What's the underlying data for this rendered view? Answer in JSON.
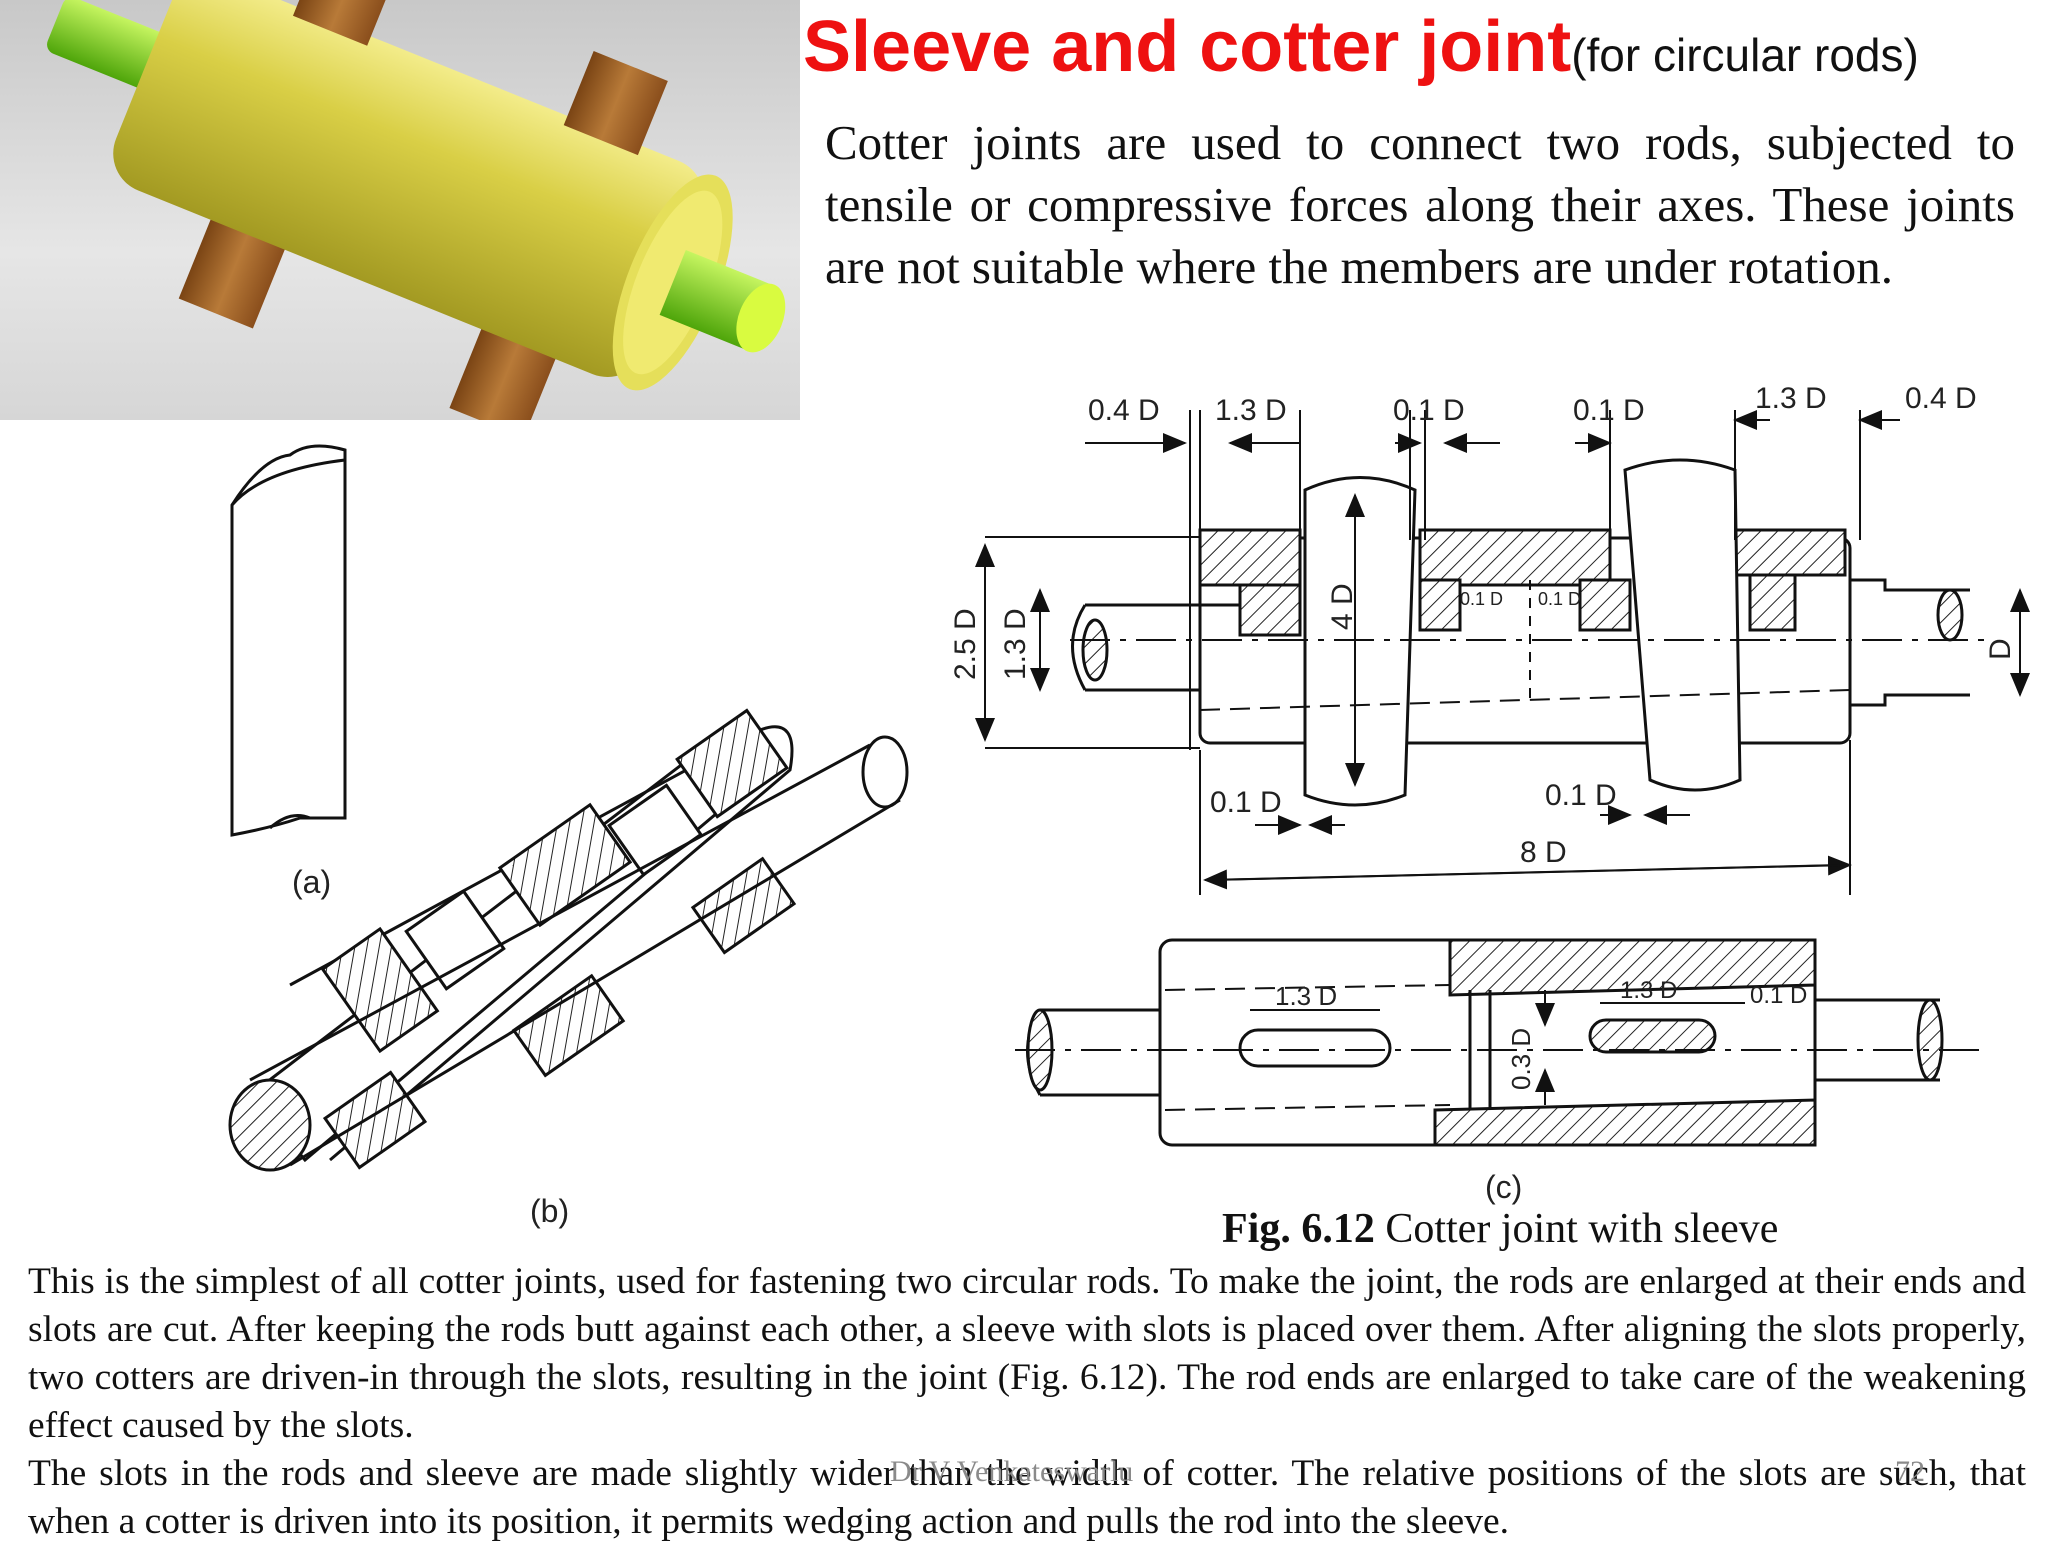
{
  "title": {
    "main": "Sleeve and cotter joint",
    "sub": "(for circular rods)"
  },
  "intro": "Cotter joints are used to connect two rods, subjected to tensile or compressive forces along their axes. These joints are not suitable where the members are under rotation.",
  "figure": {
    "labels": {
      "a": "(a)",
      "b": "(b)",
      "c": "(c)"
    },
    "dims": {
      "d04D": "0.4 D",
      "d13D": "1.3 D",
      "d01D": "0.1 D",
      "d25D": "2.5 D",
      "d4D": "4 D",
      "dD": "D",
      "d8D": "8 D",
      "d03D": "0.3 D"
    },
    "caption_prefix": "Fig. 6.12",
    "caption_text": " Cotter joint with sleeve"
  },
  "body": {
    "p1": "This is the simplest of all cotter joints, used for fastening two circular rods. To make the joint, the rods are enlarged at their ends and slots are cut. After keeping the rods butt against each other, a sleeve with slots is placed over them. After aligning the slots properly, two cotters are driven-in through the slots, resulting in the joint (Fig. 6.12). The rod ends are enlarged to take care of the weakening effect caused by the slots.",
    "p2": "The slots in the rods and sleeve are made slightly wider than the width of cotter. The relative positions of the slots are such, that when a cotter is driven into its position, it permits wedging action and pulls the rod into the sleeve."
  },
  "footer": {
    "author": "Dr V Venkateswarlu",
    "page": "72"
  },
  "colors": {
    "title": "#ee1111",
    "sleeve": "#d8cf4a",
    "rod": "#7fdc10",
    "cotter": "#9a5b21"
  }
}
